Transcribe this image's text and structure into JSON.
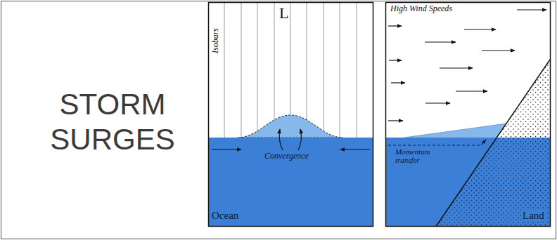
{
  "diagram": {
    "title": "STORM SURGES",
    "labels": [
      "L",
      "Isobars",
      "Convergence",
      "Ocean",
      "High Wind Speeds",
      "Momentum transfer",
      "Land"
    ]
  }
}
